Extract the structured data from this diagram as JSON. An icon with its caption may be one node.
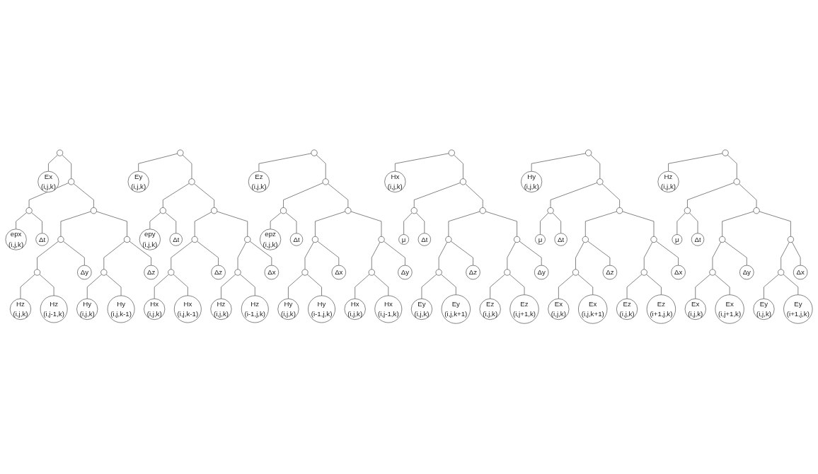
{
  "diagram": {
    "nodes": [
      {
        "text": [],
        "shape": "circle"
      },
      {
        "text": [],
        "shape": "circle"
      },
      {
        "text": [],
        "shape": "circle"
      },
      {
        "text": [],
        "shape": "circle"
      },
      {
        "text": [],
        "shape": "circle"
      },
      {
        "text": [],
        "shape": "circle"
      },
      {
        "text": [],
        "shape": "circle"
      },
      {
        "text": [],
        "shape": "circle"
      },
      {
        "text": [
          "Ex",
          "(i,j,k)"
        ]
      },
      {
        "text": [
          "epx",
          "(i,j,k)"
        ]
      },
      {
        "text": [
          "Δt"
        ]
      },
      {
        "text": [
          "Hz",
          "(i,j,k)"
        ]
      },
      {
        "text": [
          "Hz",
          "(i,j-1,k)"
        ]
      },
      {
        "text": [
          "Δy"
        ]
      },
      {
        "text": [
          "Hy",
          "(i,j,k)"
        ]
      },
      {
        "text": [
          "Hy",
          "(i,j,k-1)"
        ]
      },
      {
        "text": [
          "Δz"
        ]
      },
      {
        "text": [],
        "shape": "circle"
      },
      {
        "text": [],
        "shape": "circle"
      },
      {
        "text": [],
        "shape": "circle"
      },
      {
        "text": [],
        "shape": "circle"
      },
      {
        "text": [],
        "shape": "circle"
      },
      {
        "text": [],
        "shape": "circle"
      },
      {
        "text": [],
        "shape": "circle"
      },
      {
        "text": [],
        "shape": "circle"
      },
      {
        "text": [
          "Ey",
          "(i,j,k)"
        ]
      },
      {
        "text": [
          "epy",
          "(i,j,k)"
        ]
      },
      {
        "text": [
          "Δt"
        ]
      },
      {
        "text": [
          "Hx",
          "(i,j,k)"
        ]
      },
      {
        "text": [
          "Hx",
          "(i,j,k-1)"
        ]
      },
      {
        "text": [
          "Δz"
        ]
      },
      {
        "text": [
          "Hz",
          "(i,j,k)"
        ]
      },
      {
        "text": [
          "Hz",
          "(i-1,j,k)"
        ]
      },
      {
        "text": [
          "Δx"
        ]
      },
      {
        "text": [],
        "shape": "circle"
      },
      {
        "text": [],
        "shape": "circle"
      },
      {
        "text": [],
        "shape": "circle"
      },
      {
        "text": [],
        "shape": "circle"
      },
      {
        "text": [],
        "shape": "circle"
      },
      {
        "text": [],
        "shape": "circle"
      },
      {
        "text": [],
        "shape": "circle"
      },
      {
        "text": [],
        "shape": "circle"
      },
      {
        "text": [
          "Ez",
          "(i,j,k)"
        ]
      },
      {
        "text": [
          "epz",
          "(i,j,k)"
        ]
      },
      {
        "text": [
          "Δt"
        ]
      },
      {
        "text": [
          "Hy",
          "(i,j,k)"
        ]
      },
      {
        "text": [
          "Hy",
          "(i-1,j,k)"
        ]
      },
      {
        "text": [
          "Δx"
        ]
      },
      {
        "text": [
          "Hx",
          "(i,j,k)"
        ]
      },
      {
        "text": [
          "Hx",
          "(i,j-1,k)"
        ]
      },
      {
        "text": [
          "Δy"
        ]
      },
      {
        "text": [],
        "shape": "circle"
      },
      {
        "text": [],
        "shape": "circle"
      },
      {
        "text": [],
        "shape": "circle"
      },
      {
        "text": [],
        "shape": "circle"
      },
      {
        "text": [],
        "shape": "circle"
      },
      {
        "text": [],
        "shape": "circle"
      },
      {
        "text": [],
        "shape": "circle"
      },
      {
        "text": [],
        "shape": "circle"
      },
      {
        "text": [
          "Hx",
          "(i,j,k)"
        ]
      },
      {
        "text": [
          "μ"
        ]
      },
      {
        "text": [
          "Δt"
        ]
      },
      {
        "text": [
          "Ey",
          "(i,j,k)"
        ]
      },
      {
        "text": [
          "Ey",
          "(i,j,k+1)"
        ]
      },
      {
        "text": [
          "Δz"
        ]
      },
      {
        "text": [
          "Ez",
          "(i,j,k)"
        ]
      },
      {
        "text": [
          "Ez",
          "(i,j+1,k)"
        ]
      },
      {
        "text": [
          "Δy"
        ]
      },
      {
        "text": [],
        "shape": "circle"
      },
      {
        "text": [],
        "shape": "circle"
      },
      {
        "text": [],
        "shape": "circle"
      },
      {
        "text": [],
        "shape": "circle"
      },
      {
        "text": [],
        "shape": "circle"
      },
      {
        "text": [],
        "shape": "circle"
      },
      {
        "text": [],
        "shape": "circle"
      },
      {
        "text": [],
        "shape": "circle"
      },
      {
        "text": [
          "Hy",
          "(i,j,k)"
        ]
      },
      {
        "text": [
          "μ"
        ]
      },
      {
        "text": [
          "Δt"
        ]
      },
      {
        "text": [
          "Ex",
          "(i,j,k)"
        ]
      },
      {
        "text": [
          "Ex",
          "(i,j,k+1)"
        ]
      },
      {
        "text": [
          "Δz"
        ]
      },
      {
        "text": [
          "Ez",
          "(i,j,k)"
        ]
      },
      {
        "text": [
          "Ez",
          "(i+1,j,k)"
        ]
      },
      {
        "text": [
          "Δx"
        ]
      },
      {
        "text": [],
        "shape": "circle"
      },
      {
        "text": [],
        "shape": "circle"
      },
      {
        "text": [],
        "shape": "circle"
      },
      {
        "text": [],
        "shape": "circle"
      },
      {
        "text": [],
        "shape": "circle"
      },
      {
        "text": [],
        "shape": "circle"
      },
      {
        "text": [],
        "shape": "circle"
      },
      {
        "text": [],
        "shape": "circle"
      },
      {
        "text": [
          "Hz",
          "(i,j,k)"
        ]
      },
      {
        "text": [
          "μ"
        ]
      },
      {
        "text": [
          "Δt"
        ]
      },
      {
        "text": [
          "Ex",
          "(i,j,k)"
        ]
      },
      {
        "text": [
          "Ex",
          "(i,j+1,k)"
        ]
      },
      {
        "text": [
          "Δy"
        ]
      },
      {
        "text": [
          "Ey",
          "(i,j,k)"
        ]
      },
      {
        "text": [
          "Ey",
          "(i+1,j,k)"
        ]
      },
      {
        "text": [
          "Δx"
        ]
      }
    ],
    "edges": [
      {
        "from": 0,
        "to": 8,
        "arrow": "none"
      },
      {
        "from": 0,
        "to": 1,
        "arrow": "none"
      },
      {
        "from": 1,
        "to": 2,
        "arrow": "none"
      },
      {
        "from": 1,
        "to": 3,
        "arrow": "none"
      },
      {
        "from": 2,
        "to": 9,
        "arrow": "none"
      },
      {
        "from": 2,
        "to": 10,
        "arrow": "none"
      },
      {
        "from": 3,
        "to": 4,
        "arrow": "none"
      },
      {
        "from": 3,
        "to": 5,
        "arrow": "none"
      },
      {
        "from": 4,
        "to": 6,
        "arrow": "none"
      },
      {
        "from": 4,
        "to": 13,
        "arrow": "none"
      },
      {
        "from": 6,
        "to": 11,
        "arrow": "none"
      },
      {
        "from": 6,
        "to": 12,
        "arrow": "none"
      },
      {
        "from": 5,
        "to": 7,
        "arrow": "none"
      },
      {
        "from": 5,
        "to": 16,
        "arrow": "none"
      },
      {
        "from": 7,
        "to": 14,
        "arrow": "none"
      },
      {
        "from": 7,
        "to": 15,
        "arrow": "none"
      },
      {
        "from": 17,
        "to": 25,
        "arrow": "none"
      },
      {
        "from": 17,
        "to": 18,
        "arrow": "none"
      },
      {
        "from": 18,
        "to": 19,
        "arrow": "none"
      },
      {
        "from": 18,
        "to": 20,
        "arrow": "none"
      },
      {
        "from": 19,
        "to": 26,
        "arrow": "none"
      },
      {
        "from": 19,
        "to": 27,
        "arrow": "none"
      },
      {
        "from": 20,
        "to": 21,
        "arrow": "none"
      },
      {
        "from": 20,
        "to": 22,
        "arrow": "none"
      },
      {
        "from": 21,
        "to": 23,
        "arrow": "none"
      },
      {
        "from": 21,
        "to": 30,
        "arrow": "none"
      },
      {
        "from": 23,
        "to": 28,
        "arrow": "none"
      },
      {
        "from": 23,
        "to": 29,
        "arrow": "none"
      },
      {
        "from": 22,
        "to": 24,
        "arrow": "none"
      },
      {
        "from": 22,
        "to": 33,
        "arrow": "none"
      },
      {
        "from": 24,
        "to": 31,
        "arrow": "none"
      },
      {
        "from": 24,
        "to": 32,
        "arrow": "none"
      },
      {
        "from": 34,
        "to": 42,
        "arrow": "none"
      },
      {
        "from": 34,
        "to": 35,
        "arrow": "none"
      },
      {
        "from": 35,
        "to": 36,
        "arrow": "none"
      },
      {
        "from": 35,
        "to": 37,
        "arrow": "none"
      },
      {
        "from": 36,
        "to": 43,
        "arrow": "none"
      },
      {
        "from": 36,
        "to": 44,
        "arrow": "none"
      },
      {
        "from": 37,
        "to": 38,
        "arrow": "none"
      },
      {
        "from": 37,
        "to": 39,
        "arrow": "none"
      },
      {
        "from": 38,
        "to": 40,
        "arrow": "none"
      },
      {
        "from": 38,
        "to": 47,
        "arrow": "none"
      },
      {
        "from": 40,
        "to": 45,
        "arrow": "none"
      },
      {
        "from": 40,
        "to": 46,
        "arrow": "none"
      },
      {
        "from": 39,
        "to": 41,
        "arrow": "none"
      },
      {
        "from": 39,
        "to": 50,
        "arrow": "none"
      },
      {
        "from": 41,
        "to": 48,
        "arrow": "none"
      },
      {
        "from": 41,
        "to": 49,
        "arrow": "none"
      },
      {
        "from": 51,
        "to": 59,
        "arrow": "none"
      },
      {
        "from": 51,
        "to": 52,
        "arrow": "none"
      },
      {
        "from": 52,
        "to": 53,
        "arrow": "none"
      },
      {
        "from": 52,
        "to": 54,
        "arrow": "none"
      },
      {
        "from": 53,
        "to": 60,
        "arrow": "none"
      },
      {
        "from": 53,
        "to": 61,
        "arrow": "none"
      },
      {
        "from": 54,
        "to": 55,
        "arrow": "none"
      },
      {
        "from": 54,
        "to": 56,
        "arrow": "none"
      },
      {
        "from": 55,
        "to": 57,
        "arrow": "none"
      },
      {
        "from": 55,
        "to": 64,
        "arrow": "none"
      },
      {
        "from": 57,
        "to": 62,
        "arrow": "none"
      },
      {
        "from": 57,
        "to": 63,
        "arrow": "none"
      },
      {
        "from": 56,
        "to": 58,
        "arrow": "none"
      },
      {
        "from": 56,
        "to": 67,
        "arrow": "none"
      },
      {
        "from": 58,
        "to": 65,
        "arrow": "none"
      },
      {
        "from": 58,
        "to": 66,
        "arrow": "none"
      },
      {
        "from": 68,
        "to": 76,
        "arrow": "none"
      },
      {
        "from": 68,
        "to": 69,
        "arrow": "none"
      },
      {
        "from": 69,
        "to": 70,
        "arrow": "none"
      },
      {
        "from": 69,
        "to": 71,
        "arrow": "none"
      },
      {
        "from": 70,
        "to": 77,
        "arrow": "none"
      },
      {
        "from": 70,
        "to": 78,
        "arrow": "none"
      },
      {
        "from": 71,
        "to": 72,
        "arrow": "none"
      },
      {
        "from": 71,
        "to": 73,
        "arrow": "none"
      },
      {
        "from": 72,
        "to": 74,
        "arrow": "none"
      },
      {
        "from": 72,
        "to": 81,
        "arrow": "none"
      },
      {
        "from": 74,
        "to": 79,
        "arrow": "none"
      },
      {
        "from": 74,
        "to": 80,
        "arrow": "none"
      },
      {
        "from": 73,
        "to": 75,
        "arrow": "none"
      },
      {
        "from": 73,
        "to": 84,
        "arrow": "none"
      },
      {
        "from": 75,
        "to": 82,
        "arrow": "none"
      },
      {
        "from": 75,
        "to": 83,
        "arrow": "none"
      },
      {
        "from": 85,
        "to": 93,
        "arrow": "none"
      },
      {
        "from": 85,
        "to": 86,
        "arrow": "none"
      },
      {
        "from": 86,
        "to": 87,
        "arrow": "none"
      },
      {
        "from": 86,
        "to": 88,
        "arrow": "none"
      },
      {
        "from": 87,
        "to": 94,
        "arrow": "none"
      },
      {
        "from": 87,
        "to": 95,
        "arrow": "none"
      },
      {
        "from": 88,
        "to": 89,
        "arrow": "none"
      },
      {
        "from": 88,
        "to": 90,
        "arrow": "none"
      },
      {
        "from": 89,
        "to": 91,
        "arrow": "none"
      },
      {
        "from": 89,
        "to": 98,
        "arrow": "none"
      },
      {
        "from": 91,
        "to": 96,
        "arrow": "none"
      },
      {
        "from": 91,
        "to": 97,
        "arrow": "none"
      },
      {
        "from": 90,
        "to": 92,
        "arrow": "none"
      },
      {
        "from": 90,
        "to": 101,
        "arrow": "none"
      },
      {
        "from": 92,
        "to": 99,
        "arrow": "none"
      },
      {
        "from": 92,
        "to": 100,
        "arrow": "none"
      }
    ]
  }
}
